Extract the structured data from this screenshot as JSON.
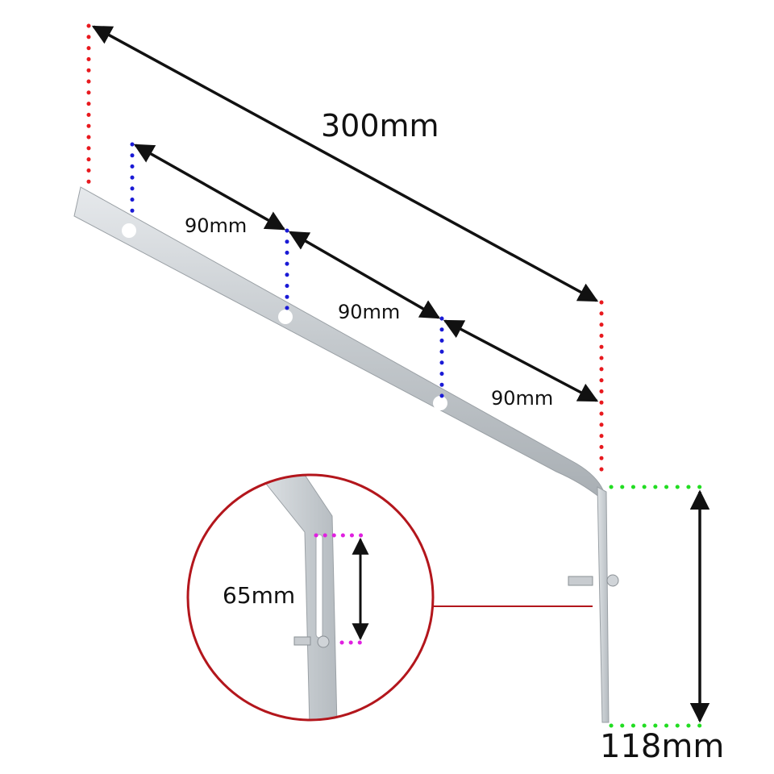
{
  "diagram": {
    "subject": "Galvanised steel bracket with slotted adjustable leg",
    "dimensions": {
      "overall_length": "300mm",
      "hole_spacing_1": "90mm",
      "hole_spacing_2": "90mm",
      "hole_spacing_3": "90mm",
      "slot_length": "65mm",
      "leg_height": "118mm"
    },
    "colors": {
      "overall_marker": "#e8191e",
      "hole_marker": "#1a1ad6",
      "slot_marker": "#e020e0",
      "leg_marker": "#22dd22",
      "callout_circle": "#b3161c",
      "arrow": "#111111",
      "metal": "#c9ced3"
    }
  }
}
